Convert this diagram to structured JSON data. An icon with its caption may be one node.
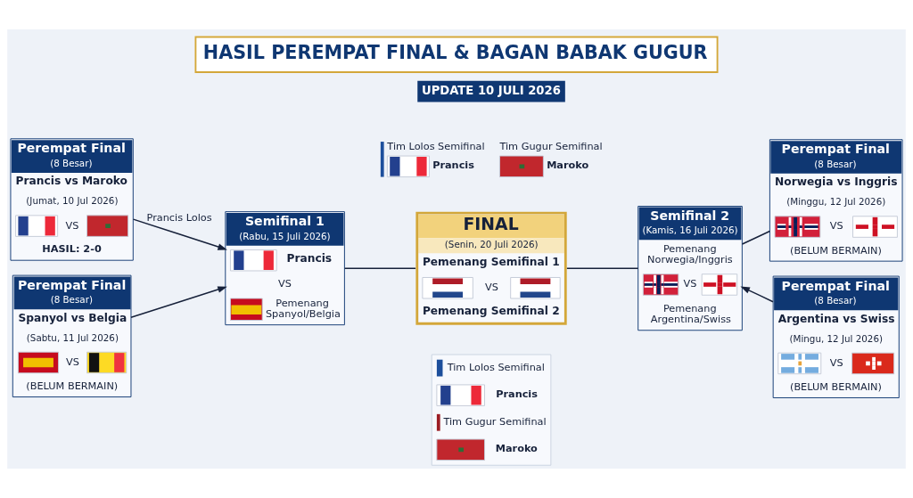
{
  "diagram": {
    "title": "HASIL PEREMPAT FINAL & BAGAN BABAK GUGUR",
    "nodes": [
      {
        "text": [
          "Perempat Final",
          "(8 Besar)",
          "Prancis vs Maroko",
          "(Jumat, 10 Jul 2026)",
          "VS",
          "HASIL: 2-0"
        ]
      },
      {
        "text": [
          "Semifinal 1",
          "(Rabu, 15 Juli 2026)",
          "Prancis",
          "VS",
          "Pemenang Spanyol/Belgia"
        ]
      },
      {
        "text": [
          "Perempat Final",
          "(8 Besar)",
          "Spanyol vs Belgia",
          "(Sabtu, 11 Jul 2026)",
          "VS",
          "(BELUM BERMAIN)"
        ]
      },
      {
        "text": [
          "FINAL",
          "(Senin, 20 Juli 2026)",
          "Pemenang Semifinal 1",
          "VS",
          "Pemenang Semifinal 2"
        ]
      },
      {
        "text": [
          "Semifinal 2",
          "(Kamis, 16 Juli 2026)",
          "Pemenang Norwegia/Inggris",
          "VS",
          "Pemenang Argentina/Swiss"
        ]
      },
      {
        "text": [
          "Perempat Final",
          "(8 Besar)",
          "Norwegia vs Inggris",
          "(Minggu, 12 Jul 2026)",
          "VS",
          "(BELUM BERMAIN)"
        ]
      },
      {
        "text": [
          "Perempat Final",
          "(8 Besar)",
          "Argentina vs Swiss",
          "(Mingu, 12 Jul 2026)",
          "VS",
          "(BELUM BERMAIN)"
        ]
      },
      {
        "text": [
          "Tim Lolos Semifinal",
          "Prancis",
          "Tim Gugur Semifinal",
          "Maroko"
        ]
      }
    ],
    "edges": [
      {
        "from": 0,
        "to": 1,
        "arrow": "to",
        "label": "Prancis Lolos"
      },
      {
        "from": 2,
        "to": 1,
        "arrow": "to"
      },
      {
        "from": 1,
        "to": 3,
        "arrow": "none"
      },
      {
        "from": 3,
        "to": 4,
        "arrow": "none"
      },
      {
        "from": 4,
        "to": 5,
        "arrow": "none"
      },
      {
        "from": 6,
        "to": 4,
        "arrow": "to"
      }
    ],
    "labels": [
      "UPDATE 10 JULI 2026",
      "Tim Lolos Semifinal",
      "Prancis",
      "Tim Gugur Semifinal",
      "Maroko"
    ]
  }
}
